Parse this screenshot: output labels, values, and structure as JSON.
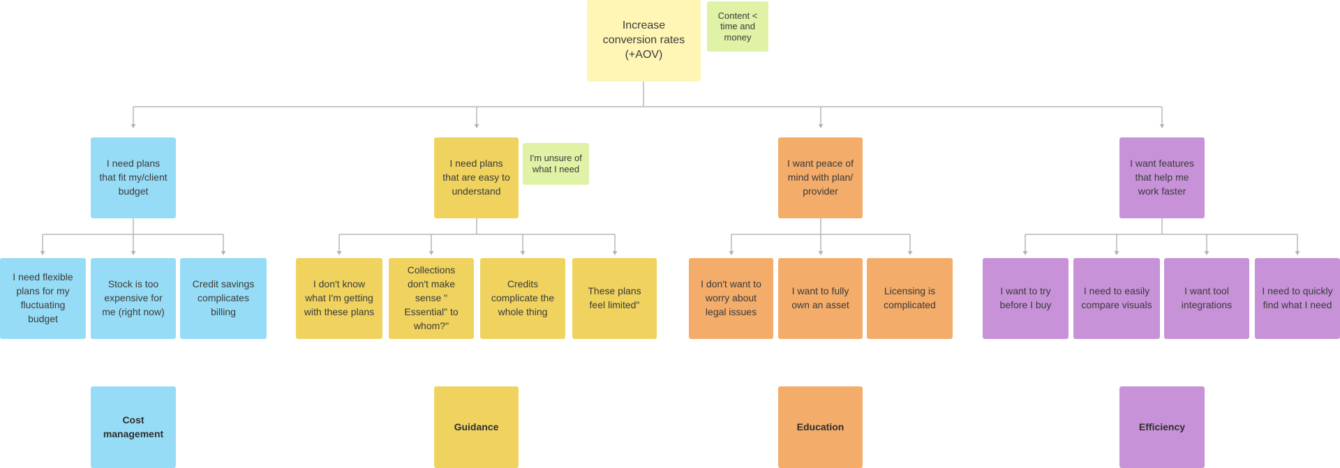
{
  "colors": {
    "root": "#fff6b5",
    "side_note": "#dff2a6",
    "cost": "#97dcf7",
    "guidance": "#f0d35e",
    "education": "#f3ac6a",
    "efficiency": "#c792d8",
    "connector": "#b5b5b5"
  },
  "root": {
    "text": "Increase conversion rates (+AOV)",
    "side_note": "Content < time and money"
  },
  "groups": [
    {
      "need": "I need plans that fit my/client budget",
      "items": [
        "I need flexible plans for my fluctuating budget",
        "Stock is too expensive for me (right now)",
        "Credit savings complicates billing"
      ],
      "label": "Cost management"
    },
    {
      "need": "I need plans that are easy to understand",
      "side_note": "I'm unsure of what I need",
      "items": [
        "I don't know what I'm getting with these plans",
        "Collections don't make sense \" Essential\" to whom?\"",
        "Credits complicate the whole thing",
        "These plans feel limited\""
      ],
      "label": "Guidance"
    },
    {
      "need": "I want peace of mind with plan/ provider",
      "items": [
        "I don't want to worry about legal issues",
        "I want to fully own an asset",
        "Licensing is complicated"
      ],
      "label": "Education"
    },
    {
      "need": "I  want features that help me work faster",
      "items": [
        "I want to try before I buy",
        "I need to easily compare visuals",
        "I want tool integrations",
        "I need to quickly find what I need"
      ],
      "label": "Efficiency"
    }
  ]
}
